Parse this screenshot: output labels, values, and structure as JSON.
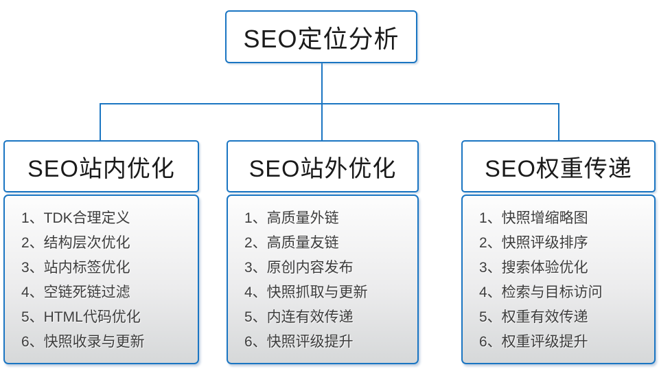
{
  "diagram": {
    "root": {
      "title": "SEO定位分析"
    },
    "columns": [
      {
        "title": "SEO站内优化",
        "items": [
          "1、TDK合理定义",
          "2、结构层次优化",
          "3、站内标签优化",
          "4、空链死链过滤",
          "5、HTML代码优化",
          "6、快照收录与更新"
        ]
      },
      {
        "title": "SEO站外优化",
        "items": [
          "1、高质量外链",
          "2、高质量友链",
          "3、原创内容发布",
          "4、快照抓取与更新",
          "5、内连有效传递",
          "6、快照评级提升"
        ]
      },
      {
        "title": "SEO权重传递",
        "items": [
          "1、快照增缩略图",
          "2、快照评级排序",
          "3、搜索体验优化",
          "4、检索与目标访问",
          "5、权重有效传递",
          "6、权重评级提升"
        ]
      }
    ],
    "colors": {
      "accent": "#1a75c2",
      "list_bg_top": "#fdfdfd",
      "list_bg_bottom": "#d6d8d9",
      "title_text": "#1a1a1a",
      "item_text": "#3d3d3d"
    }
  }
}
